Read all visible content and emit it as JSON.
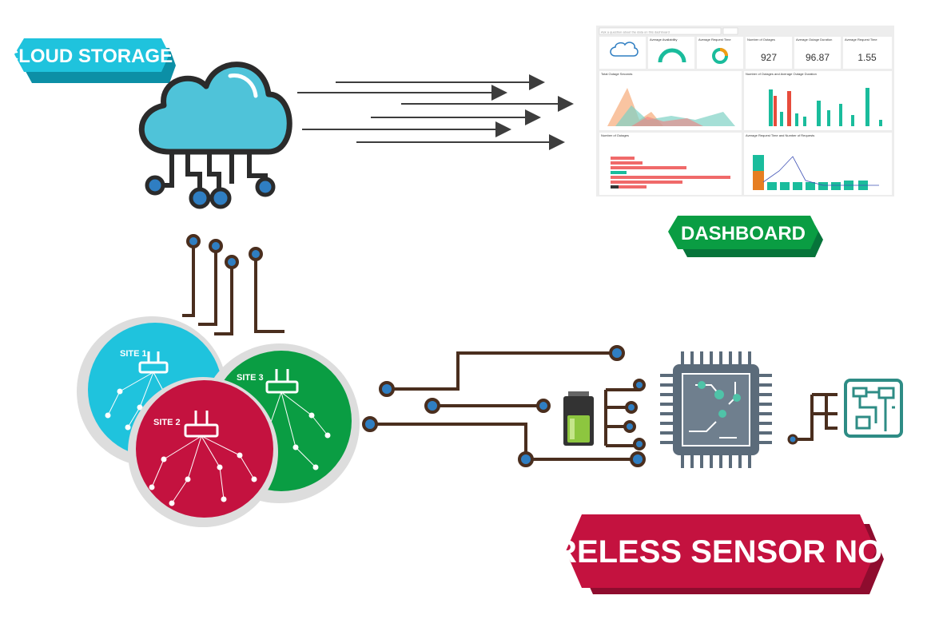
{
  "labels": {
    "cloud_storage": "CLOUD STORAGE",
    "dashboard": "DASHBOARD",
    "wireless_sensor_node": "WIRELESS SENSOR NODE"
  },
  "sites": [
    {
      "label": "SITE 1",
      "color": "#1FC3DD"
    },
    {
      "label": "SITE 2",
      "color": "#C4123F"
    },
    {
      "label": "SITE 3",
      "color": "#0A9D43"
    }
  ],
  "dashboard_screen": {
    "search_placeholder": "Ask a question about the data on this dashboard",
    "kpis": [
      {
        "title": "Number of Outages",
        "value": "927"
      },
      {
        "title": "Average Outage Duration",
        "value": "96.87"
      },
      {
        "title": "Average Request Time",
        "value": "1.55"
      }
    ],
    "tiles": [
      {
        "title": "Average Availability"
      },
      {
        "title": "Average Request Time"
      }
    ],
    "panels": [
      {
        "title": "Total Outage Seconds"
      },
      {
        "title": "Number of Outages and Average Outage Duration"
      },
      {
        "title": "Number of Outages"
      },
      {
        "title": "Average Request Time and Number of Requests"
      }
    ]
  },
  "colors": {
    "cloud_fill": "#4FC3D9",
    "outline": "#2B2B2B",
    "node_blue": "#2F7EC2",
    "wire": "#4A2E1E",
    "cyan_banner": "#1FC3DD",
    "green_banner": "#0A9D43",
    "red_banner": "#C4123F",
    "chip_gray": "#5B6B7A",
    "teal": "#2E8C85"
  }
}
